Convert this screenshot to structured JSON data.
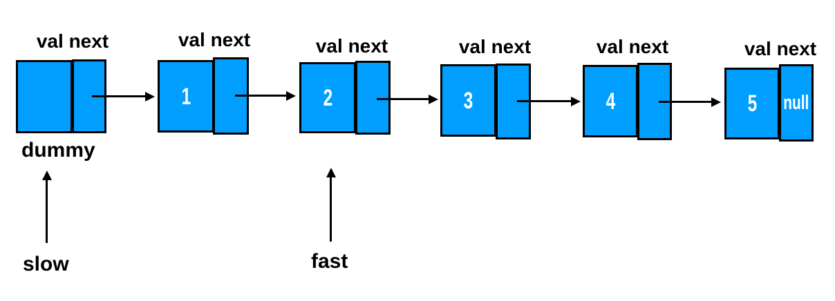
{
  "diagram": {
    "type": "singly-linked-list",
    "colors": {
      "node_fill": "#009FFF",
      "node_border": "#000000",
      "label_text": "#000000",
      "value_text": "#FFFFFF",
      "background": "#FFFFFF"
    },
    "nodes": [
      {
        "header": "val next",
        "val": "",
        "next": "",
        "caption": "dummy"
      },
      {
        "header": "val next",
        "val": "1",
        "next": ""
      },
      {
        "header": "val next",
        "val": "2",
        "next": ""
      },
      {
        "header": "val next",
        "val": "3",
        "next": ""
      },
      {
        "header": "val next",
        "val": "4",
        "next": ""
      },
      {
        "header": "val next",
        "val": "5",
        "next": "null"
      }
    ],
    "pointers": [
      {
        "label": "slow",
        "points_to": "dummy"
      },
      {
        "label": "fast",
        "points_to": "2"
      }
    ]
  }
}
